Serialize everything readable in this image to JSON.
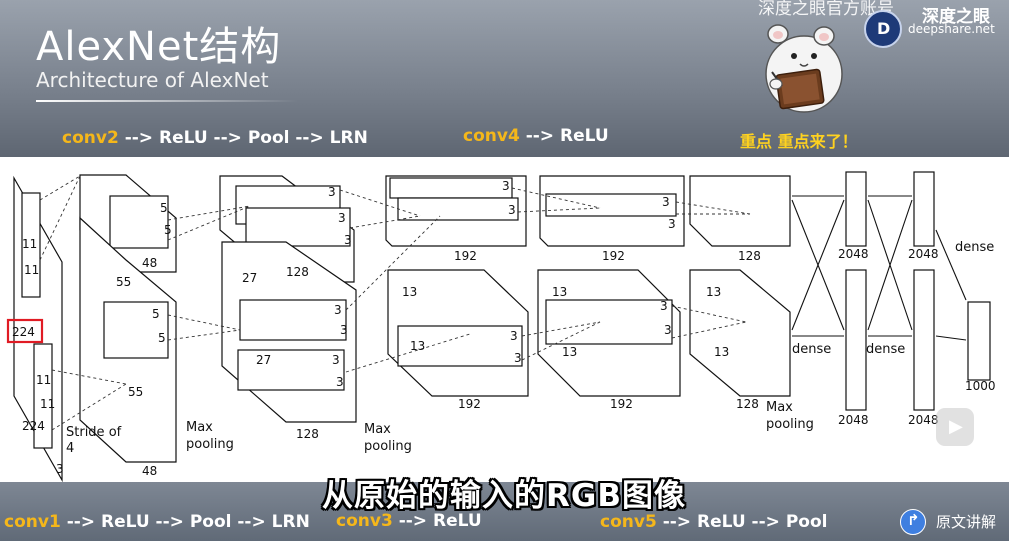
{
  "header": {
    "title": "AlexNet结构",
    "subtitle": "Architecture of AlexNet",
    "stages_top": [
      {
        "key": "conv2",
        "rest": " --> ReLU --> Pool --> LRN"
      },
      {
        "key": "conv4",
        "rest": " --> ReLU"
      }
    ],
    "highlight_note": "重点  重点来了！",
    "watermark": "深度之眼官方账号",
    "brand_name": "深度之眼",
    "brand_url": "deepshare.net",
    "logo_letter": "D"
  },
  "diagram": {
    "input_size": "224",
    "input_depth": "3",
    "kernel1": "11",
    "stride_label": "Stride of 4",
    "c1_size": "55",
    "c1_depth": "48",
    "k5": "5",
    "c2_size": "27",
    "c2_depth": "128",
    "k3": "3",
    "c3_size": "13",
    "c3_depth": "192",
    "c5_depth": "128",
    "fc_units": "2048",
    "output_units": "1000",
    "max_pooling": "Max pooling",
    "dense": "dense"
  },
  "footer": {
    "stages_bottom": [
      {
        "key": "conv1",
        "rest": " --> ReLU --> Pool --> LRN"
      },
      {
        "key": "conv3",
        "rest": " --> ReLU"
      },
      {
        "key": "conv5",
        "rest": " --> ReLU --> Pool"
      }
    ],
    "caption": "从原始的输入的RGB图像",
    "original_button": "原文讲解",
    "original_icon": "share-arrow-icon",
    "play_icon": "play-icon"
  },
  "colors": {
    "stage_highlight": "#f5b71a",
    "note": "#ffd21f",
    "annotation_red": "#e01b24",
    "header_bg": "#7a828e",
    "footer_bg": "#606a77"
  }
}
